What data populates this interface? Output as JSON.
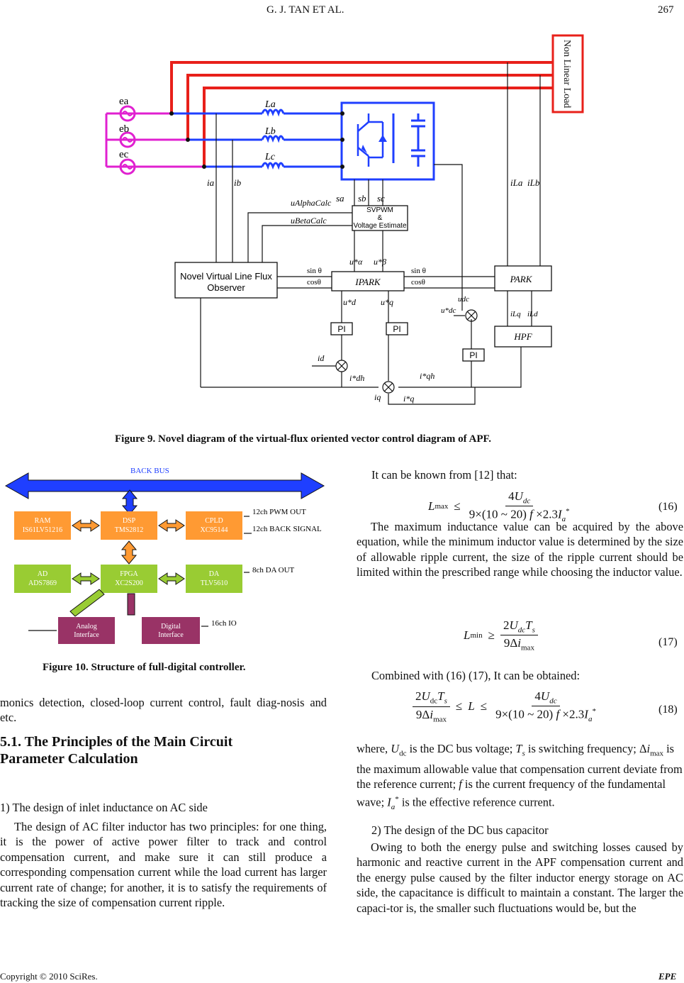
{
  "header": {
    "authors": "G. J. TAN   ET   AL.",
    "page_number": "267"
  },
  "figure9": {
    "caption": "Figure 9. Novel diagram of the virtual-flux oriented vector control diagram of APF.",
    "load_label": "Non Linear Load",
    "sources": [
      "ea",
      "eb",
      "ec"
    ],
    "inductors": [
      "La",
      "Lb",
      "Lc"
    ],
    "currents": [
      "ia",
      "ib"
    ],
    "load_currents": [
      "iLa",
      "iLb"
    ],
    "switch_signals": [
      "sa",
      "sb",
      "sc"
    ],
    "voltage_calcs": [
      "uAlphaCalc",
      "uBetaCalc"
    ],
    "svpwm_lines": [
      "SVPWM",
      "&",
      "Voltage Estimate"
    ],
    "observer_lines": [
      "Novel Virtual Line Flux",
      "Observer"
    ],
    "ipark": "IPARK",
    "park": "PARK",
    "hpf": "HPF",
    "pi": "PI",
    "sin": "sin θ",
    "cos": "cosθ",
    "u_alpha": "u*α",
    "u_beta": "u*β",
    "u_d": "u*d",
    "u_q": "u*q",
    "u_dc": "udc",
    "u_dc_ref": "u*dc",
    "i_Lq": "iLq",
    "i_Ld": "iLd",
    "i_d": "id",
    "i_dh": "i*dh",
    "i_qh": "i*qh",
    "i_q": "iq",
    "i_q_ref": "i*q"
  },
  "figure10": {
    "caption": "Figure 10. Structure of full-digital controller.",
    "bus_label": "BACK BUS",
    "blocks": {
      "ram": [
        "RAM",
        "IS61LV51216"
      ],
      "dsp": [
        "DSP",
        "TMS2812"
      ],
      "cpld": [
        "CPLD",
        "XC95144"
      ],
      "ad": [
        "AD",
        "ADS7869"
      ],
      "fpga": [
        "FPGA",
        "XC2S200"
      ],
      "da": [
        "DA",
        "TLV5610"
      ],
      "analog": [
        "Analog",
        "Interface"
      ],
      "digital": [
        "Digital",
        "Interface"
      ]
    },
    "signals": [
      "12ch PWM OUT",
      "12ch BACK SIGNAL",
      "8ch DA OUT",
      "16ch IO"
    ],
    "colors": {
      "bus": "#1f3fff",
      "orange": "#ff9a33",
      "green": "#99cc33",
      "purple": "#993366"
    }
  },
  "left_text": {
    "p1": "monics detection, closed-loop current control, fault diag-nosis and etc.",
    "section_title": "5.1. The Principles of the Main Circuit Parameter Calculation",
    "sub1": "1) The design of inlet inductance on AC side",
    "p2": "The design of AC filter inductor has two principles: for one thing, it is the power of active power filter to track and control compensation current, and make sure it can still produce a corresponding compensation current while the load current has larger current rate of change; for another, it is to satisfy the requirements of tracking the size of compensation current ripple."
  },
  "right_text": {
    "p1": "It can be known from [12] that:",
    "eq16_num": "(16)",
    "p2": "The maximum inductance value can be acquired by the above equation, while the minimum inductor value is determined by the size of allowable ripple current, the size of the ripple current should be limited within the prescribed range while choosing the inductor value.",
    "eq17_num": "(17)",
    "p3": "Combined with (16) (17), It can be obtained:",
    "eq18_num": "(18)",
    "p4a": "where,",
    "p4b": "is the DC bus voltage;",
    "p4c": "is switching frequency;",
    "p4d": "is the maximum allowable value that compensation current deviate from the reference current;",
    "p4e": "is the current frequency of the fundamental wave;",
    "p4f": "is the effective reference current.",
    "sub2": "2) The design of the DC bus capacitor",
    "p5": "Owing to both the energy pulse and switching losses caused by harmonic and reactive current in the APF compensation current and the energy pulse caused by the filter inductor energy storage on AC side, the capacitance is difficult to maintain a constant. The larger the capaci-tor is, the smaller such fluctuations would be, but the"
  },
  "footer": {
    "copyright": "Copyright © 2010 SciRes.",
    "journal": "EPE"
  }
}
